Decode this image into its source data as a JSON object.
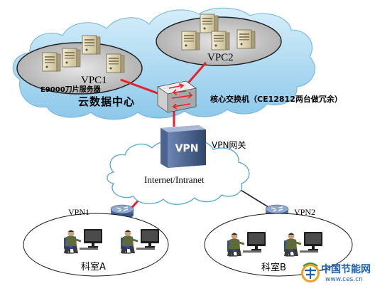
{
  "clouds": {
    "vpc1_label": "VPC1",
    "vpc2_label": "VPC2",
    "blade_label": "E9000刀片服务器",
    "datacenter_label": "云数据中心",
    "internet_label": "Internet/Intranet"
  },
  "nodes": {
    "core_switch_label": "核心交换机（CE12812两台做冗余）",
    "vpn_gateway_label": "VPN网关",
    "vpn_box_text": "VPN",
    "vpn1_label": "VPN1",
    "vpn2_label": "VPN2"
  },
  "rooms": {
    "room_a_label": "科室A",
    "room_b_label": "科室B"
  },
  "watermark": {
    "title": "中国节能网",
    "url": "www.ces.cn"
  },
  "colors": {
    "cloud_fill": "#9fd4ee",
    "vpc_fill": "#c9c9c9",
    "link_red": "#e8202a",
    "link_black": "#1a1a1a",
    "watermark_blue": "#1a5fb4"
  }
}
